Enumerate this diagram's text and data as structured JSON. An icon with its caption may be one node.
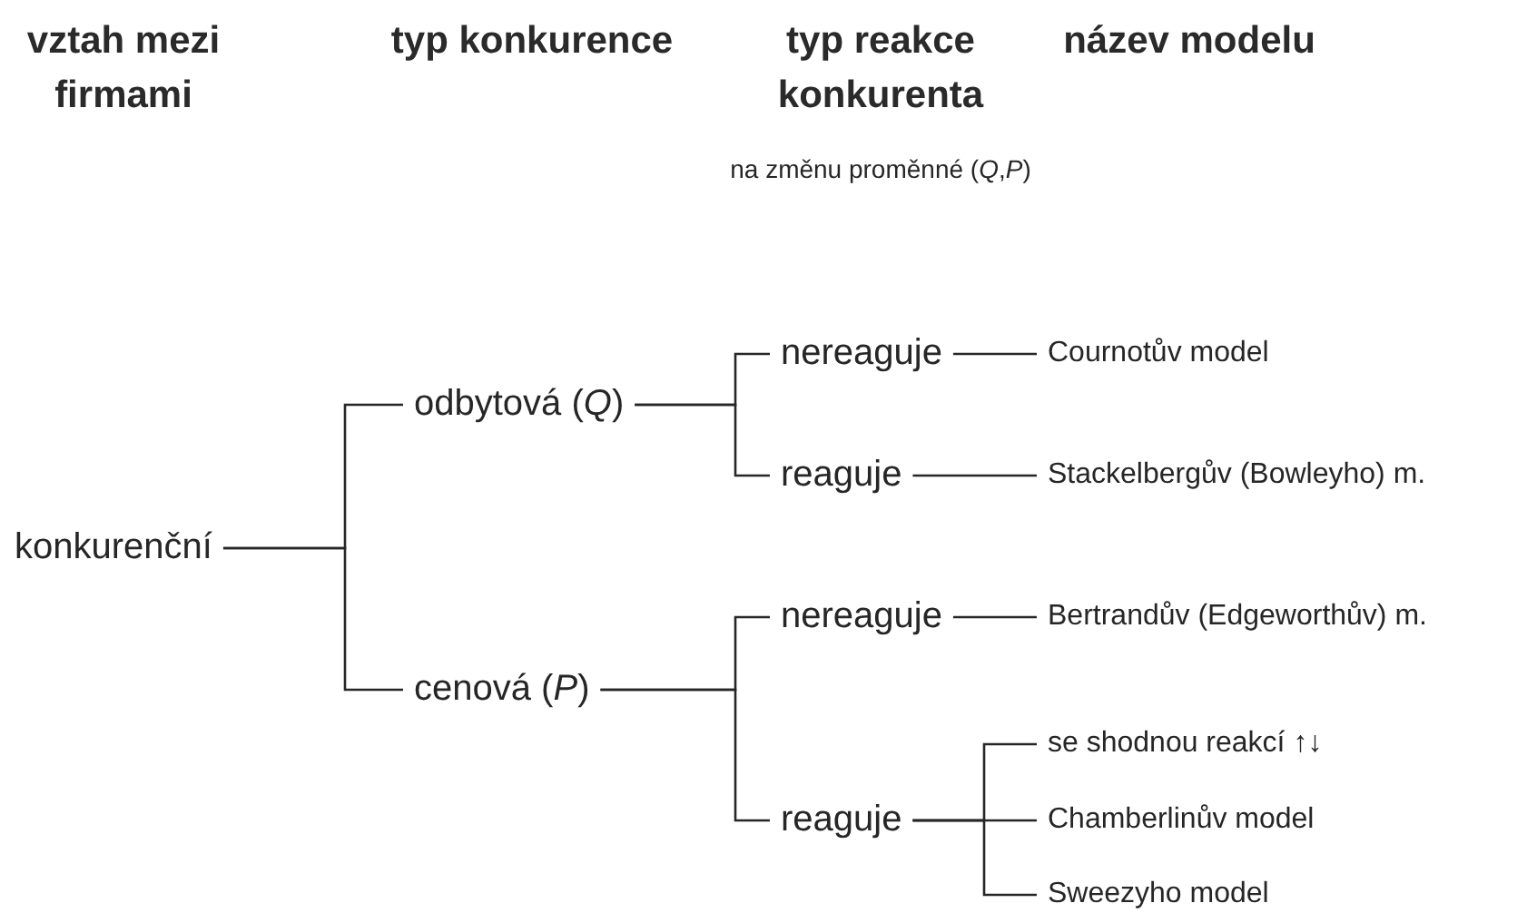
{
  "diagram": {
    "nodes": [
      {
        "text": [
          "konkurenční"
        ]
      },
      {
        "text": [
          "odbytová (*Q*)"
        ]
      },
      {
        "text": [
          "cenová (*P*)"
        ]
      },
      {
        "text": [
          "nereaguje"
        ]
      },
      {
        "text": [
          "reaguje"
        ]
      },
      {
        "text": [
          "nereaguje"
        ]
      },
      {
        "text": [
          "reaguje"
        ]
      },
      {
        "text": [
          "Cournotův model"
        ]
      },
      {
        "text": [
          "Stackelbergův (Bowleyho) m."
        ]
      },
      {
        "text": [
          "Bertrandův (Edgeworthův) m."
        ]
      },
      {
        "text": [
          "se shodnou reakcí ↑↓"
        ]
      },
      {
        "text": [
          "Chamberlinův model"
        ]
      },
      {
        "text": [
          "Sweezyho model"
        ]
      }
    ],
    "edges": [
      {
        "from": 0,
        "to": 1,
        "arrow": "none"
      },
      {
        "from": 0,
        "to": 2,
        "arrow": "none"
      },
      {
        "from": 1,
        "to": 3,
        "arrow": "none"
      },
      {
        "from": 1,
        "to": 4,
        "arrow": "none"
      },
      {
        "from": 2,
        "to": 5,
        "arrow": "none"
      },
      {
        "from": 2,
        "to": 6,
        "arrow": "none"
      },
      {
        "from": 3,
        "to": 7,
        "arrow": "none"
      },
      {
        "from": 4,
        "to": 8,
        "arrow": "none"
      },
      {
        "from": 5,
        "to": 9,
        "arrow": "none"
      },
      {
        "from": 6,
        "to": 10,
        "arrow": "none"
      },
      {
        "from": 6,
        "to": 11,
        "arrow": "none"
      },
      {
        "from": 6,
        "to": 12,
        "arrow": "none"
      }
    ],
    "labels": [
      "vztah mezi firmami",
      "typ konkurence",
      "typ reakce konkurenta",
      "na změnu proměnné (*Q*,*P*)",
      "název modelu"
    ]
  }
}
